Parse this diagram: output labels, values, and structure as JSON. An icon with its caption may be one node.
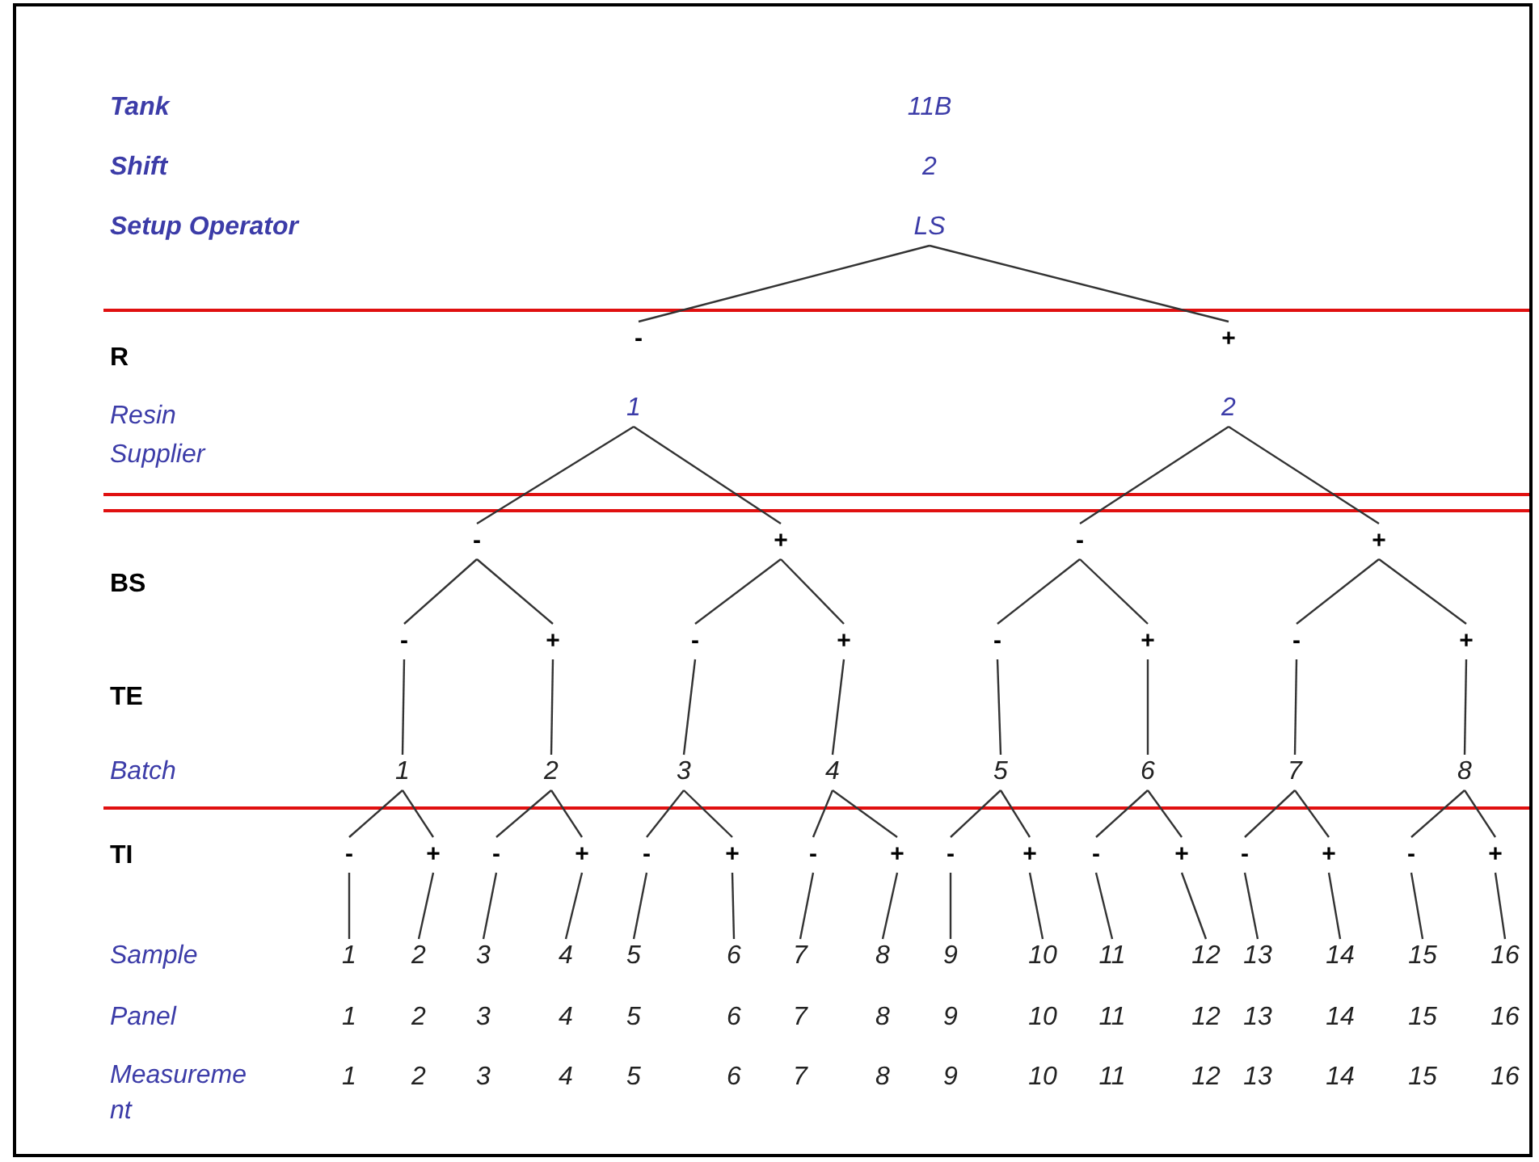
{
  "diagram": {
    "nodes": [
      {
        "text": [
          "LS"
        ]
      },
      {
        "text": [
          "-"
        ]
      },
      {
        "text": [
          "+"
        ]
      },
      {
        "text": [
          "1"
        ]
      },
      {
        "text": [
          "2"
        ]
      },
      {
        "text": [
          "-"
        ]
      },
      {
        "text": [
          "+"
        ]
      },
      {
        "text": [
          "-"
        ]
      },
      {
        "text": [
          "+"
        ]
      },
      {
        "text": [
          "-"
        ]
      },
      {
        "text": [
          "+"
        ]
      },
      {
        "text": [
          "-"
        ]
      },
      {
        "text": [
          "+"
        ]
      },
      {
        "text": [
          "-"
        ]
      },
      {
        "text": [
          "+"
        ]
      },
      {
        "text": [
          "-"
        ]
      },
      {
        "text": [
          "+"
        ]
      },
      {
        "text": [
          "1"
        ]
      },
      {
        "text": [
          "2"
        ]
      },
      {
        "text": [
          "3"
        ]
      },
      {
        "text": [
          "4"
        ]
      },
      {
        "text": [
          "5"
        ]
      },
      {
        "text": [
          "6"
        ]
      },
      {
        "text": [
          "7"
        ]
      },
      {
        "text": [
          "8"
        ]
      },
      {
        "text": [
          "-"
        ]
      },
      {
        "text": [
          "+"
        ]
      },
      {
        "text": [
          "-"
        ]
      },
      {
        "text": [
          "+"
        ]
      },
      {
        "text": [
          "-"
        ]
      },
      {
        "text": [
          "+"
        ]
      },
      {
        "text": [
          "-"
        ]
      },
      {
        "text": [
          "+"
        ]
      },
      {
        "text": [
          "-"
        ]
      },
      {
        "text": [
          "+"
        ]
      },
      {
        "text": [
          "-"
        ]
      },
      {
        "text": [
          "+"
        ]
      },
      {
        "text": [
          "-"
        ]
      },
      {
        "text": [
          "+"
        ]
      },
      {
        "text": [
          "-"
        ]
      },
      {
        "text": [
          "+"
        ]
      },
      {
        "text": [
          "1"
        ]
      },
      {
        "text": [
          "2"
        ]
      },
      {
        "text": [
          "3"
        ]
      },
      {
        "text": [
          "4"
        ]
      },
      {
        "text": [
          "5"
        ]
      },
      {
        "text": [
          "6"
        ]
      },
      {
        "text": [
          "7"
        ]
      },
      {
        "text": [
          "8"
        ]
      },
      {
        "text": [
          "9"
        ]
      },
      {
        "text": [
          "10"
        ]
      },
      {
        "text": [
          "11"
        ]
      },
      {
        "text": [
          "12"
        ]
      },
      {
        "text": [
          "13"
        ]
      },
      {
        "text": [
          "14"
        ]
      },
      {
        "text": [
          "15"
        ]
      },
      {
        "text": [
          "16"
        ]
      }
    ],
    "edges": [
      {
        "from": 0,
        "to": 1,
        "arrow": "none"
      },
      {
        "from": 0,
        "to": 2,
        "arrow": "none"
      },
      {
        "from": 3,
        "to": 5,
        "arrow": "none"
      },
      {
        "from": 3,
        "to": 6,
        "arrow": "none"
      },
      {
        "from": 4,
        "to": 7,
        "arrow": "none"
      },
      {
        "from": 4,
        "to": 8,
        "arrow": "none"
      },
      {
        "from": 5,
        "to": 9,
        "arrow": "none"
      },
      {
        "from": 5,
        "to": 10,
        "arrow": "none"
      },
      {
        "from": 6,
        "to": 11,
        "arrow": "none"
      },
      {
        "from": 6,
        "to": 12,
        "arrow": "none"
      },
      {
        "from": 7,
        "to": 13,
        "arrow": "none"
      },
      {
        "from": 7,
        "to": 14,
        "arrow": "none"
      },
      {
        "from": 8,
        "to": 15,
        "arrow": "none"
      },
      {
        "from": 8,
        "to": 16,
        "arrow": "none"
      },
      {
        "from": 9,
        "to": 17,
        "arrow": "none"
      },
      {
        "from": 10,
        "to": 18,
        "arrow": "none"
      },
      {
        "from": 11,
        "to": 19,
        "arrow": "none"
      },
      {
        "from": 12,
        "to": 20,
        "arrow": "none"
      },
      {
        "from": 13,
        "to": 21,
        "arrow": "none"
      },
      {
        "from": 14,
        "to": 22,
        "arrow": "none"
      },
      {
        "from": 15,
        "to": 23,
        "arrow": "none"
      },
      {
        "from": 16,
        "to": 24,
        "arrow": "none"
      },
      {
        "from": 17,
        "to": 25,
        "arrow": "none"
      },
      {
        "from": 17,
        "to": 26,
        "arrow": "none"
      },
      {
        "from": 18,
        "to": 27,
        "arrow": "none"
      },
      {
        "from": 18,
        "to": 28,
        "arrow": "none"
      },
      {
        "from": 19,
        "to": 29,
        "arrow": "none"
      },
      {
        "from": 19,
        "to": 30,
        "arrow": "none"
      },
      {
        "from": 20,
        "to": 31,
        "arrow": "none"
      },
      {
        "from": 20,
        "to": 32,
        "arrow": "none"
      },
      {
        "from": 21,
        "to": 33,
        "arrow": "none"
      },
      {
        "from": 21,
        "to": 34,
        "arrow": "none"
      },
      {
        "from": 22,
        "to": 35,
        "arrow": "none"
      },
      {
        "from": 22,
        "to": 36,
        "arrow": "none"
      },
      {
        "from": 23,
        "to": 37,
        "arrow": "none"
      },
      {
        "from": 23,
        "to": 38,
        "arrow": "none"
      },
      {
        "from": 24,
        "to": 39,
        "arrow": "none"
      },
      {
        "from": 24,
        "to": 40,
        "arrow": "none"
      },
      {
        "from": 25,
        "to": 41,
        "arrow": "none"
      },
      {
        "from": 26,
        "to": 42,
        "arrow": "none"
      },
      {
        "from": 27,
        "to": 43,
        "arrow": "none"
      },
      {
        "from": 28,
        "to": 44,
        "arrow": "none"
      },
      {
        "from": 29,
        "to": 45,
        "arrow": "none"
      },
      {
        "from": 30,
        "to": 46,
        "arrow": "none"
      },
      {
        "from": 31,
        "to": 47,
        "arrow": "none"
      },
      {
        "from": 32,
        "to": 48,
        "arrow": "none"
      },
      {
        "from": 33,
        "to": 49,
        "arrow": "none"
      },
      {
        "from": 34,
        "to": 50,
        "arrow": "none"
      },
      {
        "from": 35,
        "to": 51,
        "arrow": "none"
      },
      {
        "from": 36,
        "to": 52,
        "arrow": "none"
      },
      {
        "from": 37,
        "to": 53,
        "arrow": "none"
      },
      {
        "from": 38,
        "to": 54,
        "arrow": "none"
      },
      {
        "from": 39,
        "to": 55,
        "arrow": "none"
      },
      {
        "from": 40,
        "to": 56,
        "arrow": "none"
      }
    ],
    "labels": [
      "Tank",
      "11B",
      "Shift",
      "2",
      "Setup Operator",
      "R",
      "Resin Supplier",
      "BS",
      "TE",
      "Batch",
      "TI",
      "Sample",
      "Panel",
      "1",
      "2",
      "3",
      "4",
      "5",
      "6",
      "7",
      "8",
      "9",
      "10",
      "11",
      "12",
      "13",
      "14",
      "15",
      "16",
      "Measurement",
      "1",
      "2",
      "3",
      "4",
      "5",
      "6",
      "7",
      "8",
      "9",
      "10",
      "11",
      "12",
      "13",
      "14",
      "15",
      "16"
    ]
  }
}
